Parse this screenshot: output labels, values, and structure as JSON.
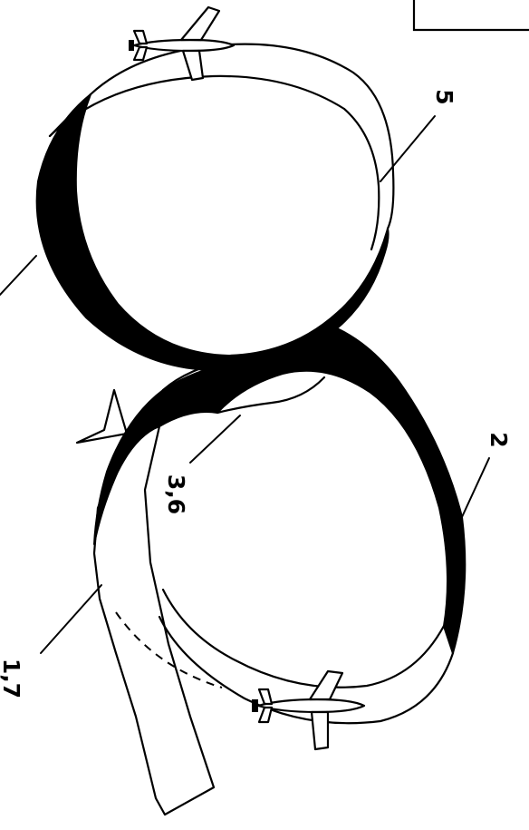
{
  "labels": {
    "position_1_7": "1,7",
    "position_2": "2",
    "position_3_6": "3,6",
    "position_5": "5"
  },
  "colors": {
    "ink": "#000000",
    "paper": "#ffffff"
  },
  "icons": [
    "airplane-icon",
    "airplane-icon"
  ]
}
